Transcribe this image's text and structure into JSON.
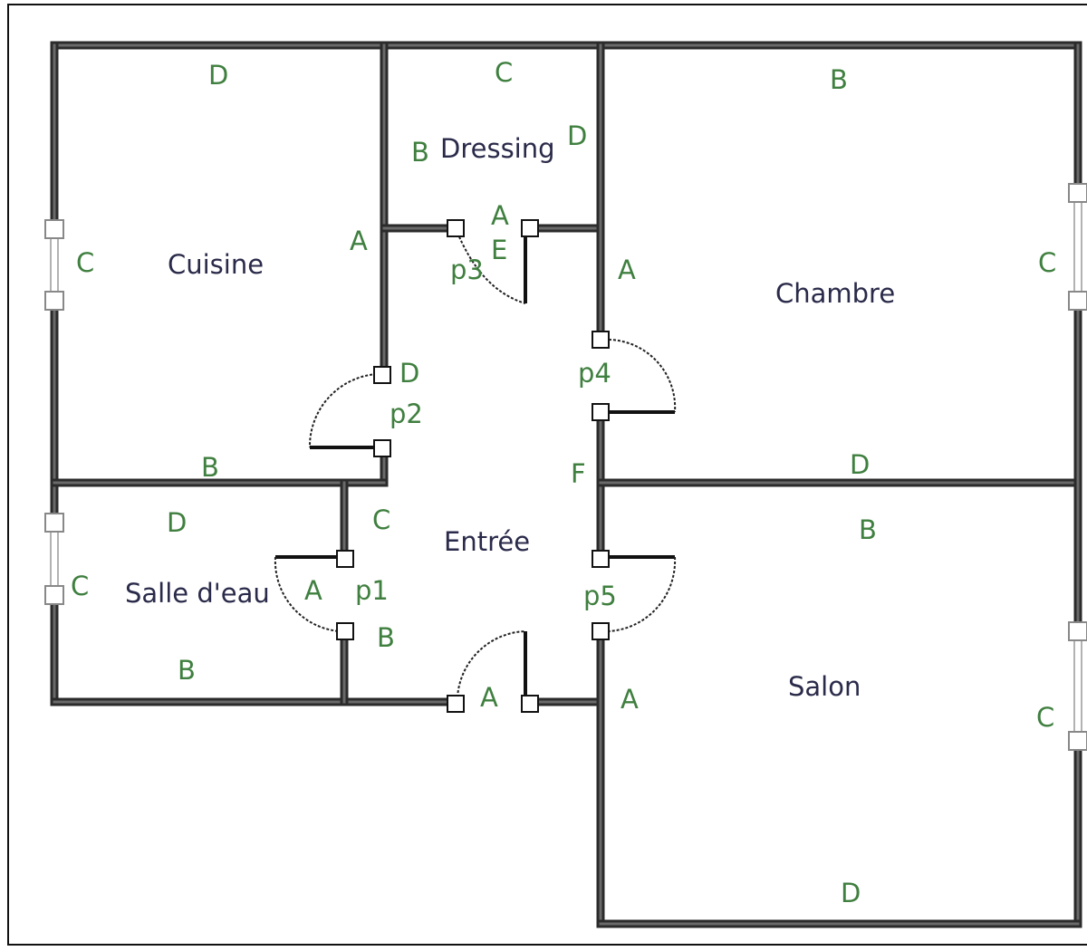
{
  "rooms": {
    "cuisine": "Cuisine",
    "dressing": "Dressing",
    "chambre": "Chambre",
    "entree": "Entrée",
    "salle_deau": "Salle d'eau",
    "salon": "Salon"
  },
  "doors": {
    "p1": "p1",
    "p2": "p2",
    "p3": "p3",
    "p4": "p4",
    "p5": "p5"
  },
  "wall_labels": {
    "cuisine_top": "D",
    "cuisine_left": "C",
    "cuisine_right": "A",
    "cuisine_bottom": "B",
    "cuisine_door": "D",
    "dressing_top": "C",
    "dressing_left": "B",
    "dressing_right": "D",
    "dressing_bottom": "A",
    "entree_top": "E",
    "chambre_top": "B",
    "chambre_left": "A",
    "chambre_right": "C",
    "chambre_bottom": "D",
    "entree_right": "F",
    "entree_left_upper": "C",
    "salle_top": "D",
    "salle_left": "C",
    "salle_right": "A",
    "salle_bottom": "B",
    "entree_left_lower": "B",
    "entree_bottom": "A",
    "salon_top": "B",
    "salon_left": "A",
    "salon_right": "C",
    "salon_bottom": "D"
  },
  "colors": {
    "wall": "#2b2b2b",
    "wall_label": "#3f7f3f",
    "room_label": "#2a2a4a",
    "background": "#ffffff"
  }
}
